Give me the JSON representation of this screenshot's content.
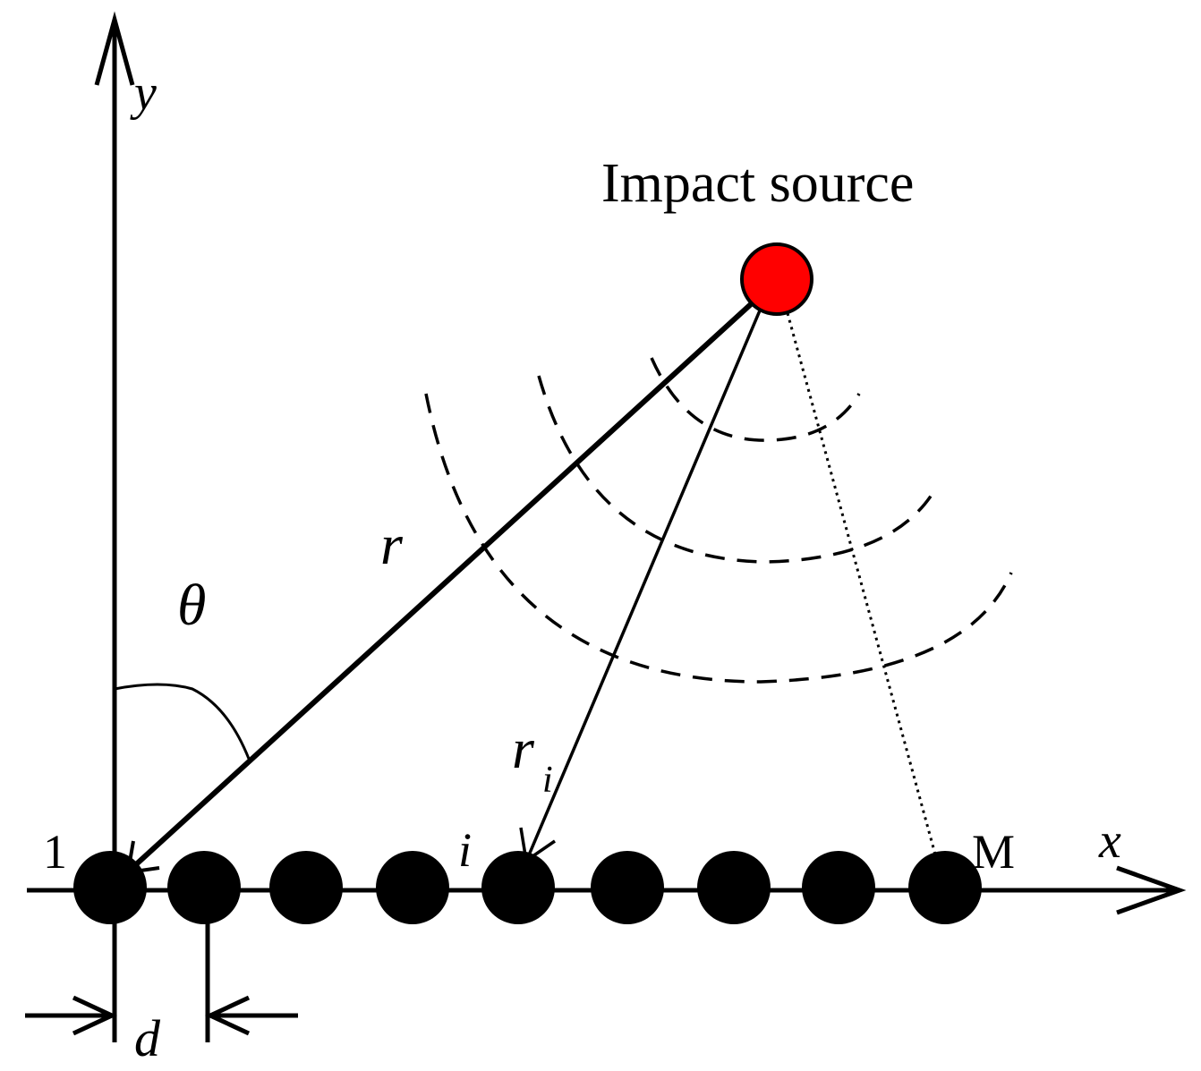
{
  "labels": {
    "y_axis": "y",
    "x_axis": "x",
    "impact_source": "Impact source",
    "theta": "θ",
    "r": "r",
    "r_i_base": "r",
    "r_i_sub": "i",
    "sensor_first": "1",
    "sensor_i": "i",
    "sensor_last": "M",
    "spacing": "d"
  },
  "colors": {
    "source": "#ff0000",
    "sensor": "#000000",
    "line": "#000000",
    "background": "#ffffff"
  },
  "sensor_array": {
    "count_shown": 9
  }
}
